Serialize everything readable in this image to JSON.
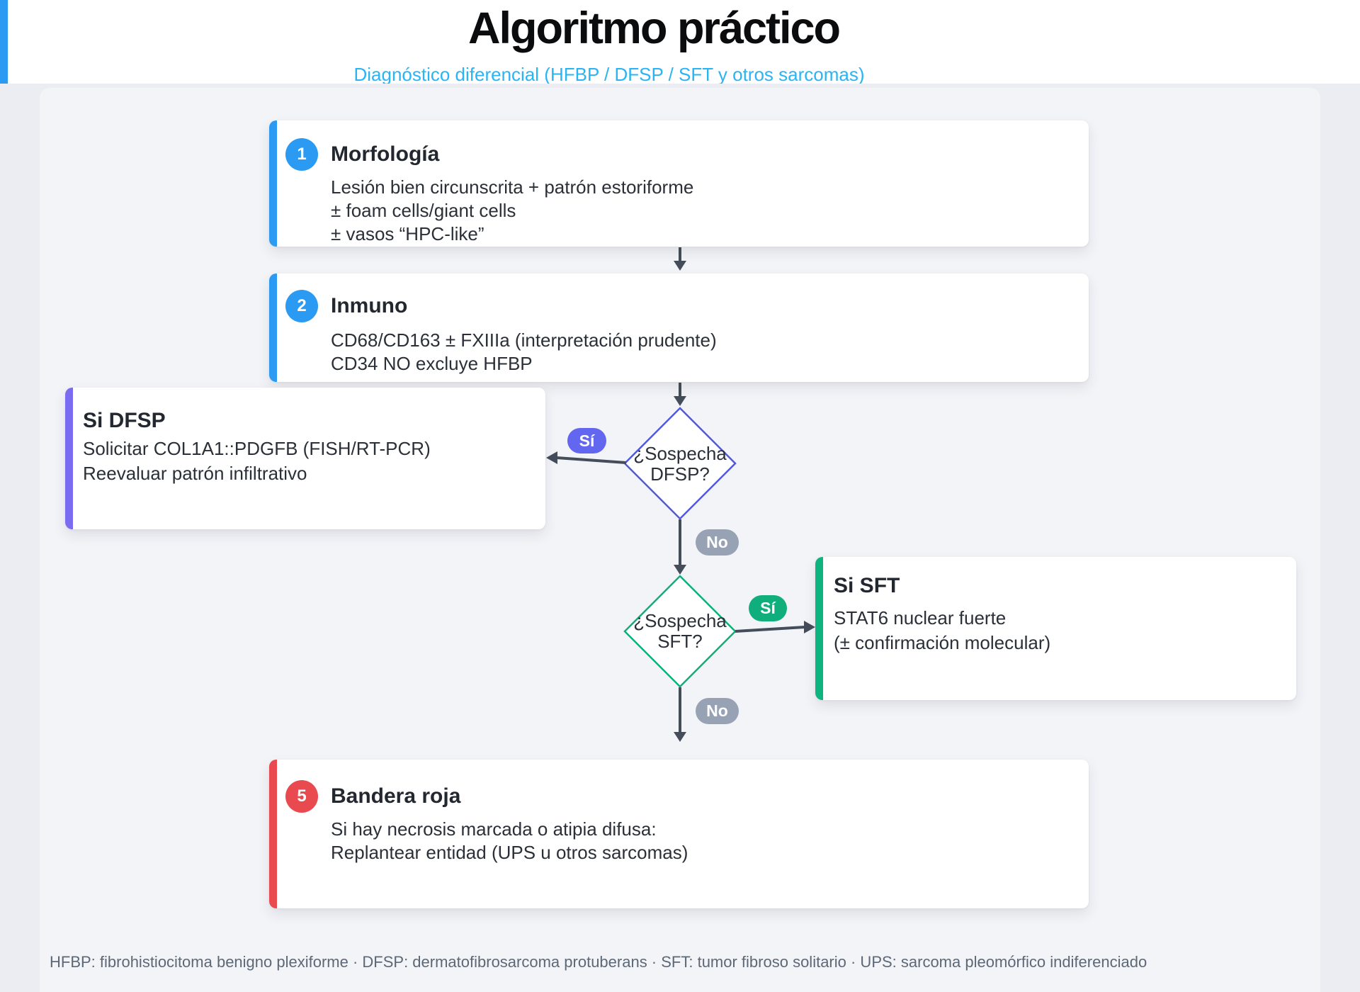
{
  "header": {
    "title": "Algoritmo práctico",
    "subtitle": "Diagnóstico diferencial (HFBP / DFSP / SFT y otros sarcomas)"
  },
  "cards": {
    "morfologia": {
      "number": "1",
      "title": "Morfología",
      "lines": [
        "Lesión bien circunscrita + patrón estoriforme",
        "± foam cells/giant cells",
        "± vasos “HPC-like”"
      ]
    },
    "inmuno": {
      "number": "2",
      "title": "Inmuno",
      "lines": [
        "CD68/CD163 ± FXIIIa (interpretación prudente)",
        "CD34 NO excluye HFBP"
      ]
    },
    "si_dfsp": {
      "title": "Si DFSP",
      "lines": [
        "Solicitar COL1A1::PDGFB (FISH/RT-PCR)",
        "Reevaluar patrón infiltrativo"
      ]
    },
    "si_sft": {
      "title": "Si SFT",
      "lines": [
        "STAT6 nuclear fuerte",
        "(± confirmación molecular)"
      ]
    },
    "bandera_roja": {
      "number": "5",
      "title": "Bandera roja",
      "lines": [
        "Si hay necrosis marcada o atipia difusa:",
        "Replantear entidad (UPS u otros sarcomas)"
      ]
    }
  },
  "decisions": {
    "dfsp": {
      "line1": "¿Sospecha",
      "line2": "DFSP?",
      "yes_label": "Sí",
      "no_label": "No"
    },
    "sft": {
      "line1": "¿Sospecha",
      "line2": "SFT?",
      "yes_label": "Sí",
      "no_label": "No"
    }
  },
  "footer": {
    "text": "HFBP: fibrohistiocitoma benigno plexiforme · DFSP: dermatofibrosarcoma protuberans · SFT: tumor fibroso solitario · UPS: sarcoma pleomórfico indiferenciado"
  },
  "colors": {
    "blue": "#2b9af3",
    "purple": "#7a6bf0",
    "indigo": "#6366ee",
    "d1stroke": "#5059e0",
    "green": "#0fae7a",
    "greenbar": "#0eb47e",
    "red": "#e94a4f",
    "gray-pill": "#97a2b4",
    "arrow": "#454c5a",
    "subtitle": "#29b4f6"
  }
}
